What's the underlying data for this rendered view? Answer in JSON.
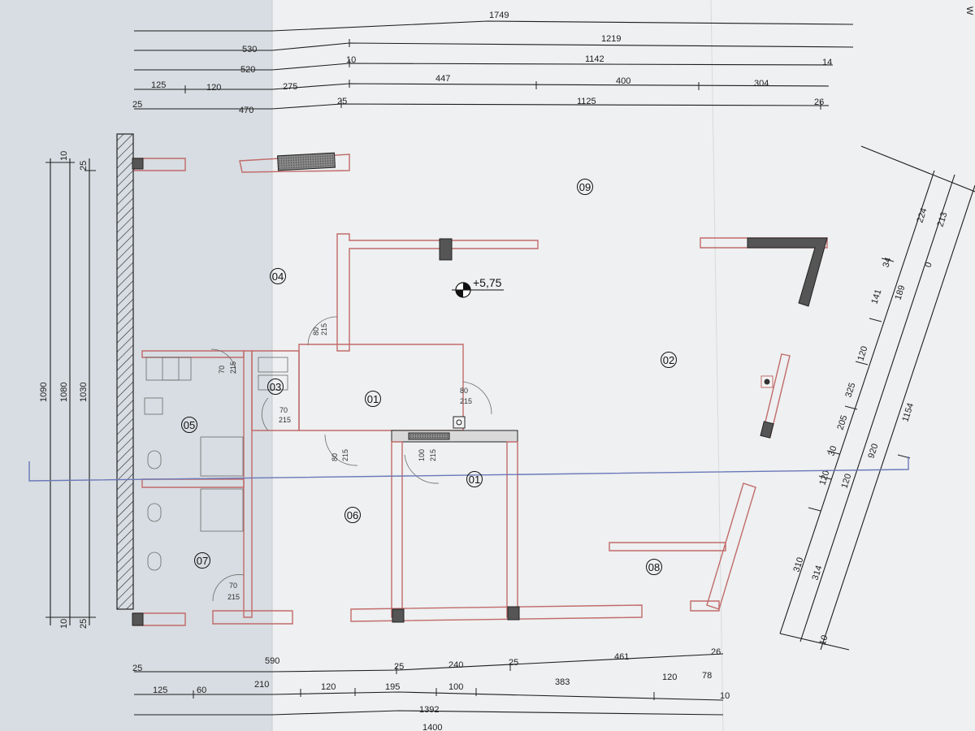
{
  "dims_top": {
    "r1": [
      "1749"
    ],
    "r2": [
      "530",
      "1219"
    ],
    "r3": [
      "520",
      "10",
      "1142",
      "14"
    ],
    "r4": [
      "125",
      "120",
      "275",
      "447",
      "400",
      "304"
    ],
    "r5": [
      "25",
      "470",
      "25",
      "1125",
      "26"
    ]
  },
  "dims_bottom": {
    "r1": [
      "25",
      "590",
      "25",
      "240",
      "25",
      "461",
      "26"
    ],
    "r2": [
      "125",
      "60",
      "210",
      "120",
      "195",
      "100",
      "383",
      "120",
      "78",
      "10"
    ],
    "r3": [
      "1392"
    ],
    "r4": [
      "1400"
    ]
  },
  "dims_left": {
    "r1": [
      "1090",
      "10"
    ],
    "r2": [
      "1080",
      "10"
    ],
    "r3": [
      "1030",
      "25",
      "25"
    ]
  },
  "dims_right": {
    "r1": [
      "224",
      "0",
      "1154",
      "10"
    ],
    "r2": [
      "213",
      "34",
      "189",
      "920",
      "314"
    ],
    "r3": [
      "141",
      "120",
      "325",
      "205",
      "30",
      "120",
      "120",
      "310"
    ]
  },
  "rooms": [
    "01",
    "01",
    "02",
    "03",
    "04",
    "05",
    "06",
    "07",
    "08",
    "09"
  ],
  "elevation": "+5,75",
  "doors": [
    {
      "w": "80",
      "h": "215"
    },
    {
      "w": "70",
      "h": "215"
    },
    {
      "w": "70",
      "h": "215"
    },
    {
      "w": "80",
      "h": "215"
    },
    {
      "w": "80",
      "h": "215"
    },
    {
      "w": "100",
      "h": "215"
    },
    {
      "w": "70",
      "h": "215"
    }
  ],
  "corner_text": "W"
}
